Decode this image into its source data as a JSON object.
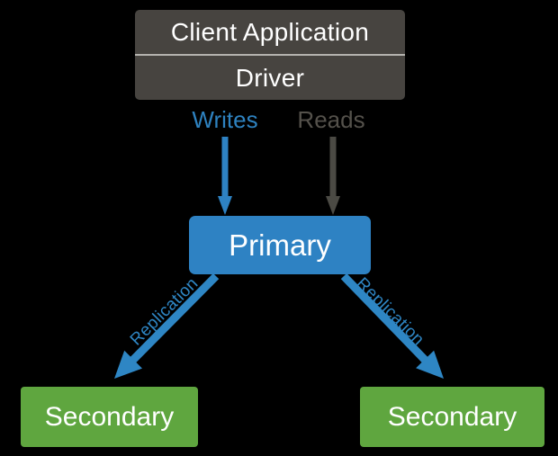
{
  "colors": {
    "background": "#000000",
    "client_driver_box": "#474440",
    "divider": "#b5b3af",
    "primary_blue": "#2e82c3",
    "secondary_green": "#5fa63f",
    "writes_blue": "#2e82c0",
    "reads_gray": "#4b4a44",
    "text_white": "#ffffff"
  },
  "nodes": {
    "client": {
      "label": "Client Application"
    },
    "driver": {
      "label": "Driver"
    },
    "primary": {
      "label": "Primary"
    },
    "secondary_left": {
      "label": "Secondary"
    },
    "secondary_right": {
      "label": "Secondary"
    }
  },
  "edges": {
    "writes": {
      "label": "Writes"
    },
    "reads": {
      "label": "Reads"
    },
    "replication_left": {
      "label": "Replication"
    },
    "replication_right": {
      "label": "Replication"
    }
  }
}
